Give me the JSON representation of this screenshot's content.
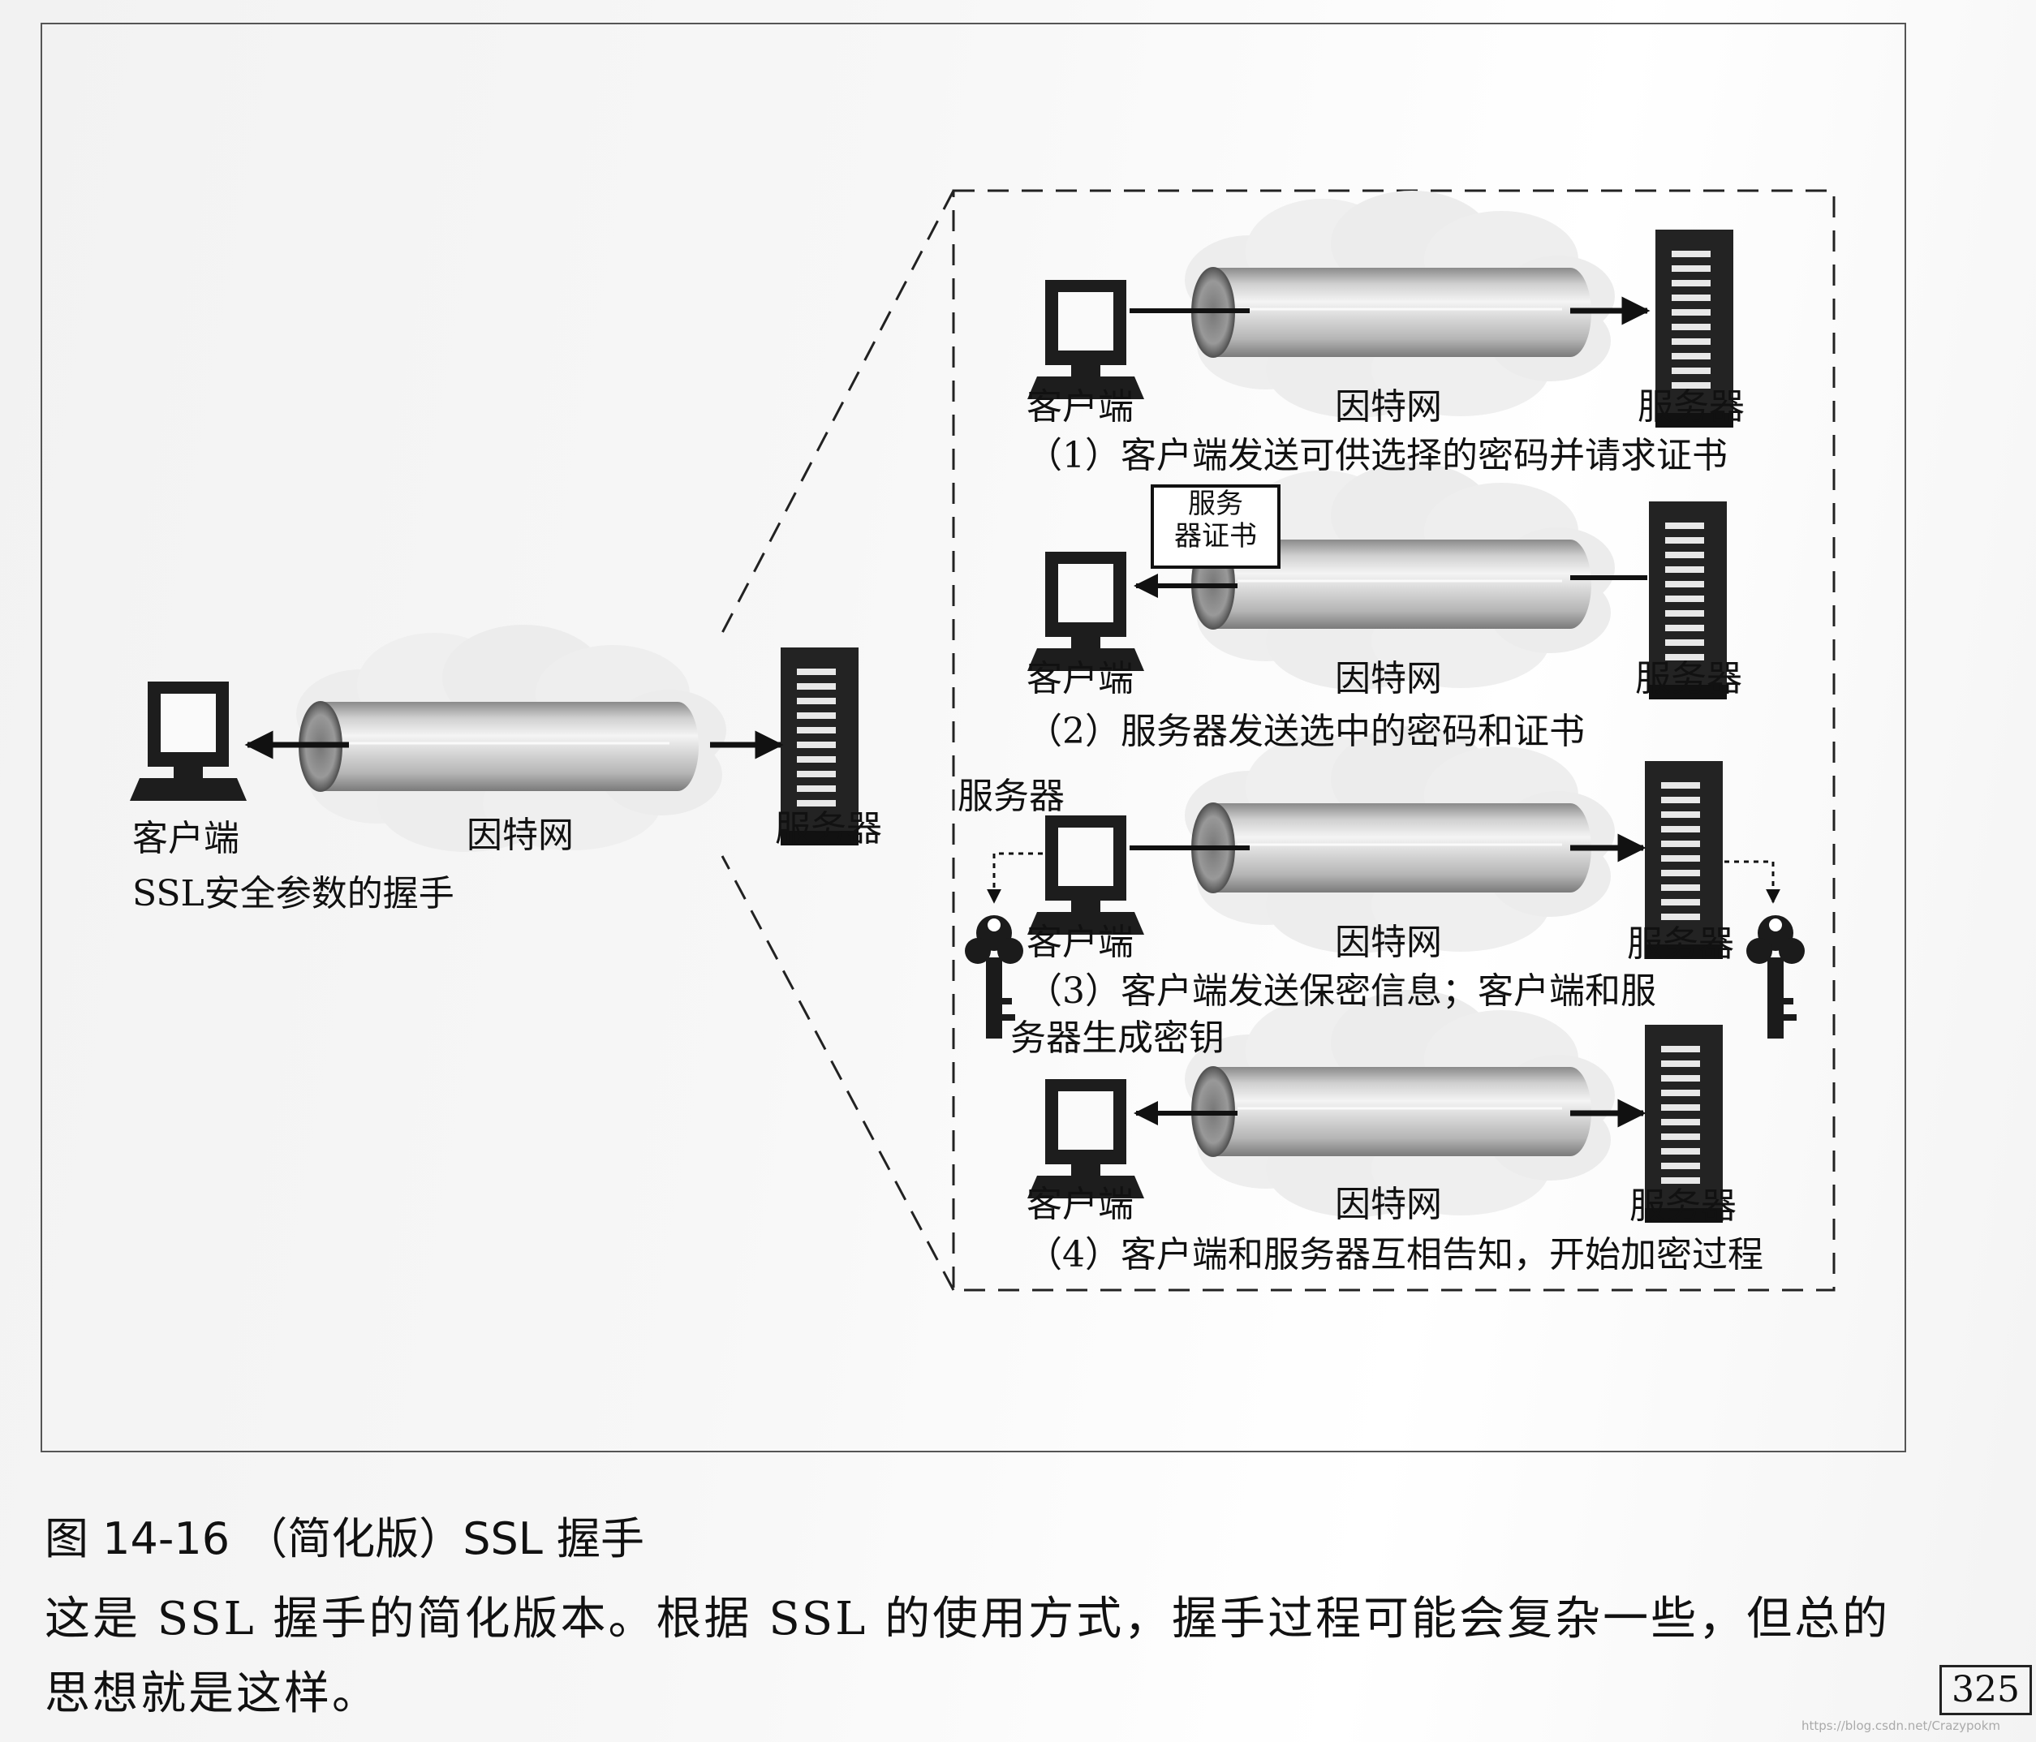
{
  "labels": {
    "client": "客户端",
    "internet": "因特网",
    "server": "服务器"
  },
  "left_panel": {
    "caption": "SSL安全参数的握手"
  },
  "steps": [
    {
      "caption": "（1）客户端发送可供选择的密码并请求证书"
    },
    {
      "caption": "（2）服务器发送选中的密码和证书",
      "cert_box": [
        "服务",
        "器证书"
      ]
    },
    {
      "caption_line1": "（3）客户端发送保密信息；客户端和服",
      "caption_line2": "务器生成密钥",
      "server_top_label": "服务器"
    },
    {
      "caption": "（4）客户端和服务器互相告知，开始加密过程"
    }
  ],
  "figure_caption": "图 14-16 （简化版）SSL 握手",
  "body_text": "这是 SSL 握手的简化版本。根据 SSL 的使用方式，握手过程可能会复杂一些，但总的思想就是这样。",
  "page_number": "325",
  "watermark": "https://blog.csdn.net/Crazypokm"
}
